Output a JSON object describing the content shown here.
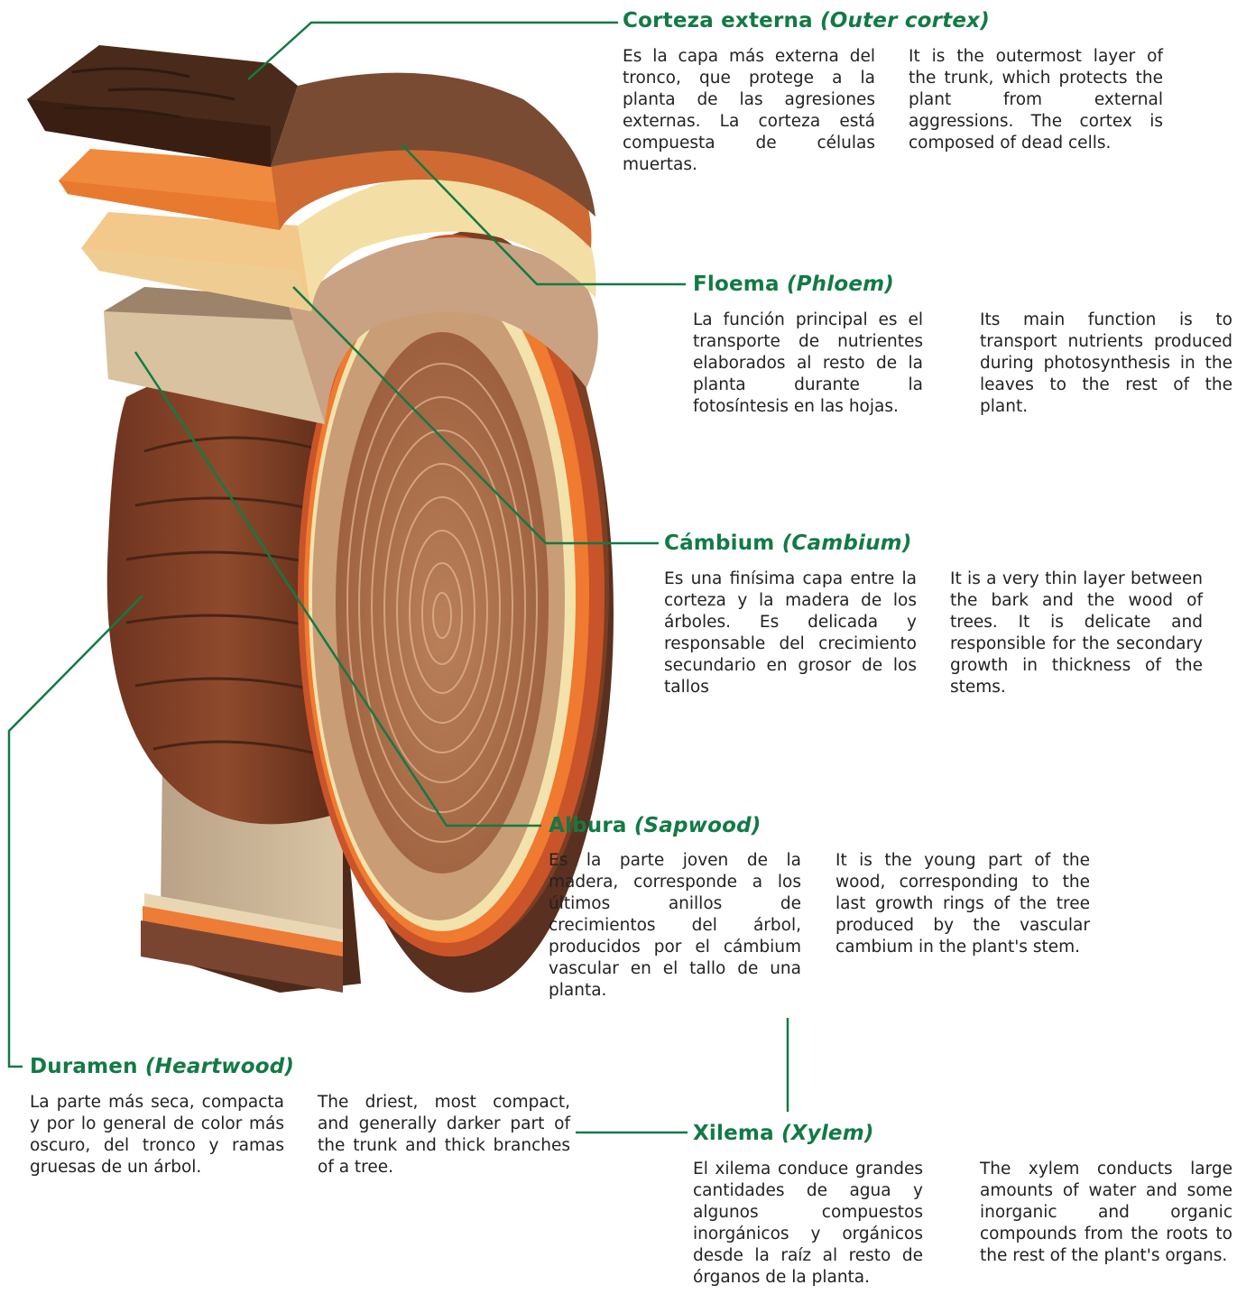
{
  "colors": {
    "accent": "#127a45",
    "bark_dark": "#4a2a1a",
    "bark_mid": "#7a3e22",
    "phloem": "#e86c2c",
    "cambium": "#f3dfa5",
    "sapwood": "#c79a74",
    "heartwood": "#8a4a2e"
  },
  "labels": [
    {
      "id": "outer-cortex",
      "title_es": "Corteza externa",
      "title_en": "(Outer cortex)",
      "text_es": "Es la capa más externa del tronco, que protege a la planta de las agresiones externas. La corteza está compuesta de células muertas.",
      "text_en": "It is the outermost layer of the trunk, which protects the plant from external aggressions. The cortex is composed of dead cells."
    },
    {
      "id": "phloem",
      "title_es": "Floema",
      "title_en": "(Phloem)",
      "text_es": "La función principal es el transporte de nutrientes elaborados al resto de la planta durante la fotosíntesis en las hojas.",
      "text_en": "Its main function is to transport nutrients produced during photosynthesis in the leaves to the rest of the plant."
    },
    {
      "id": "cambium",
      "title_es": "Cámbium",
      "title_en": "(Cambium)",
      "text_es": "Es una finísima capa entre la corteza y la madera de los árboles. Es delicada y responsable del crecimiento secundario en grosor de los tallos",
      "text_en": "It is a very thin layer between the bark and the wood of trees. It is delicate and responsible for the secondary growth in thickness of the stems."
    },
    {
      "id": "sapwood",
      "title_es": "Albura",
      "title_en": "(Sapwood)",
      "text_es": "Es la parte joven de la madera, corresponde a los últimos anillos de crecimientos del árbol, producidos por el cámbium vascular en el tallo de una planta.",
      "text_en": "It is the young part of the wood, corresponding to the last growth rings of the tree produced by the vascular cambium in the plant's stem."
    },
    {
      "id": "heartwood",
      "title_es": "Duramen",
      "title_en": "(Heartwood)",
      "text_es": "La parte más seca, compacta y por lo general de color más oscuro, del tronco y ramas gruesas de un árbol.",
      "text_en": "The driest, most compact, and generally darker part of the trunk and thick branches of a tree."
    },
    {
      "id": "xylem",
      "title_es": "Xilema",
      "title_en": "(Xylem)",
      "text_es": "El xilema conduce grandes cantidades de agua y algunos compuestos inorgánicos y orgánicos desde la raíz al resto de órganos de la planta.",
      "text_en": "The xylem conducts large amounts of water and some inorganic and organic compounds from the roots to the rest of the plant's organs."
    }
  ]
}
